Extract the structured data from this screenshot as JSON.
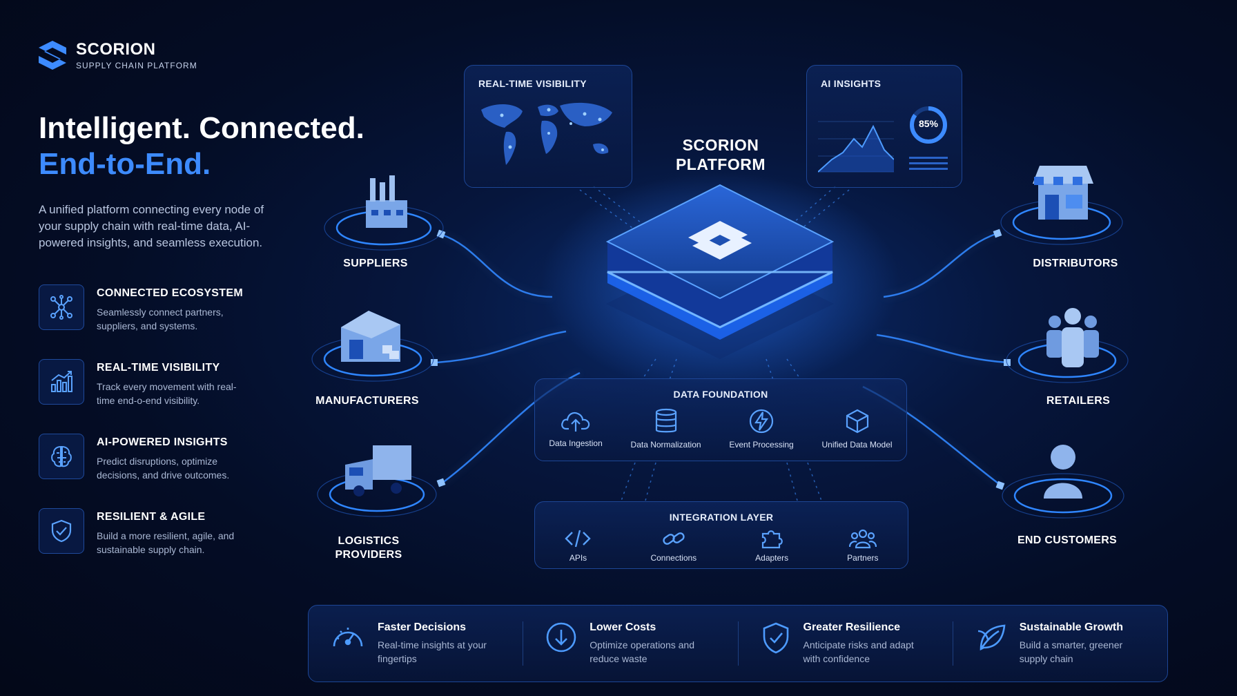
{
  "brand": {
    "name": "SCORION",
    "subtitle": "SUPPLY CHAIN PLATFORM"
  },
  "hero": {
    "line1": "Intelligent. Connected.",
    "line2": "End-to-End.",
    "intro": "A unified platform connecting every node of your supply chain with real-time data, AI-powered insights, and seamless execution."
  },
  "features": [
    {
      "title": "CONNECTED ECOSYSTEM",
      "desc": "Seamlessly connect partners, suppliers, and systems.",
      "icon": "network-icon"
    },
    {
      "title": "REAL-TIME VISIBILITY",
      "desc": "Track every movement with real-time end-o-end visibility.",
      "icon": "bar-chart-icon"
    },
    {
      "title": "AI-POWERED INSIGHTS",
      "desc": "Predict disruptions, optimize decisions, and drive outcomes.",
      "icon": "brain-icon"
    },
    {
      "title": "RESILIENT & AGILE",
      "desc": "Build a more resilient, agile, and sustainable supply chain.",
      "icon": "shield-check-icon"
    }
  ],
  "panels": {
    "visibility": "REAL-TIME VISIBILITY",
    "ai": "AI INSIGHTS",
    "ai_percent": "85%"
  },
  "platform": {
    "line1": "SCORION",
    "line2": "PLATFORM"
  },
  "nodes": {
    "suppliers": "SUPPLIERS",
    "manufacturers": "MANUFACTURERS",
    "logistics_1": "LOGISTICS",
    "logistics_2": "PROVIDERS",
    "distributors": "DISTRIBUTORS",
    "retailers": "RETAILERS",
    "end_customers": "END CUSTOMERS"
  },
  "data_foundation": {
    "title": "DATA FOUNDATION",
    "items": [
      "Data Ingestion",
      "Data Normalization",
      "Event Processing",
      "Unified Data Model"
    ]
  },
  "integration_layer": {
    "title": "INTEGRATION LAYER",
    "items": [
      "APIs",
      "Connections",
      "Adapters",
      "Partners"
    ]
  },
  "benefits": [
    {
      "title": "Faster Decisions",
      "desc": "Real-time insights at your fingertips",
      "icon": "speedometer-icon"
    },
    {
      "title": "Lower Costs",
      "desc": "Optimize operations and reduce waste",
      "icon": "arrow-down-circle-icon"
    },
    {
      "title": "Greater Resilience",
      "desc": "Anticipate risks and adapt with confidence",
      "icon": "shield-check-icon"
    },
    {
      "title": "Sustainable Growth",
      "desc": "Build a smarter, greener supply chain",
      "icon": "leaf-icon"
    }
  ],
  "colors": {
    "accent": "#3d8bff",
    "background": "#040d26",
    "panel_border": "#1d4696"
  }
}
